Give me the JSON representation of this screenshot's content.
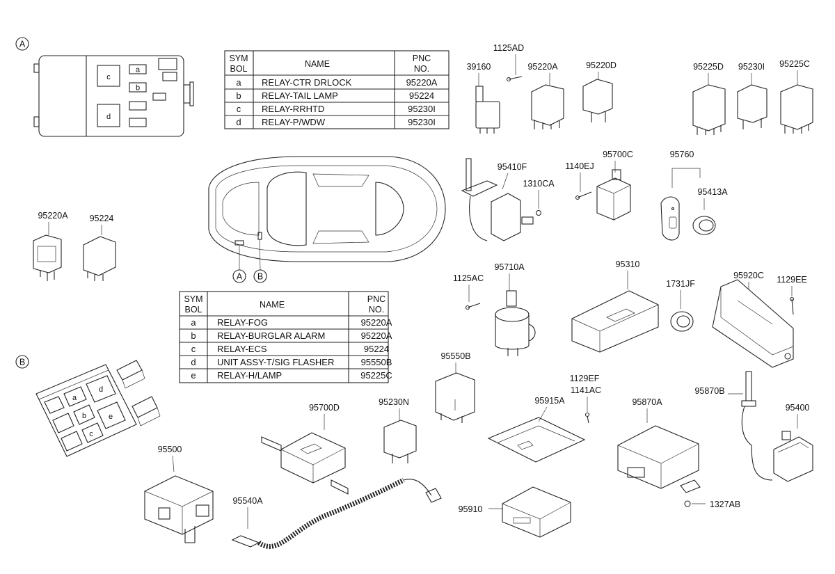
{
  "colors": {
    "ink": "#222222",
    "background": "#ffffff"
  },
  "section_markers": {
    "A": "A",
    "B": "B"
  },
  "box_a_letters": [
    "a",
    "b",
    "c",
    "d"
  ],
  "box_b_letters": [
    "a",
    "b",
    "c",
    "d",
    "e"
  ],
  "table_a": {
    "headers": [
      "SYM\nBOL",
      "NAME",
      "PNC\nNO."
    ],
    "header_sym": [
      "SYM",
      "BOL"
    ],
    "header_name": "NAME",
    "header_pnc": [
      "PNC",
      "NO."
    ],
    "rows": [
      {
        "sym": "a",
        "name": "RELAY-CTR DRLOCK",
        "pnc": "95220A"
      },
      {
        "sym": "b",
        "name": "RELAY-TAIL LAMP",
        "pnc": "95224"
      },
      {
        "sym": "c",
        "name": "RELAY-RRHTD",
        "pnc": "95230I"
      },
      {
        "sym": "d",
        "name": "RELAY-P/WDW",
        "pnc": "95230I"
      }
    ]
  },
  "table_b": {
    "header_sym": [
      "SYM",
      "BOL"
    ],
    "header_name": "NAME",
    "header_pnc": [
      "PNC",
      "NO."
    ],
    "rows": [
      {
        "sym": "a",
        "name": "RELAY-FOG",
        "pnc": "95220A"
      },
      {
        "sym": "b",
        "name": "RELAY-BURGLAR ALARM",
        "pnc": "95220A"
      },
      {
        "sym": "c",
        "name": "RELAY-ECS",
        "pnc": "95224"
      },
      {
        "sym": "d",
        "name": "UNIT ASSY-T/SIG FLASHER",
        "pnc": "95550B"
      },
      {
        "sym": "e",
        "name": "RELAY-H/LAMP",
        "pnc": "95225C"
      }
    ]
  },
  "part_labels": {
    "p1125AD": "1125AD",
    "p39160": "39160",
    "p95220A_top": "95220A",
    "p95220D": "95220D",
    "p95225D": "95225D",
    "p95230I": "95230I",
    "p95225C": "95225C",
    "p95410F": "95410F",
    "p1140EJ": "1140EJ",
    "p95700C": "95700C",
    "p1310CA": "1310CA",
    "p95760": "95760",
    "p95413A": "95413A",
    "p95220A_left": "95220A",
    "p95224": "95224",
    "p1125AC": "1125AC",
    "p95710A": "95710A",
    "p95310": "95310",
    "p1731JF": "1731JF",
    "p95920C": "95920C",
    "p1129EE": "1129EE",
    "p95550B": "95550B",
    "p1129EF": "1129EF",
    "p1141AC": "1141AC",
    "p95700D": "95700D",
    "p95230N": "95230N",
    "p95915A": "95915A",
    "p95870B": "95870B",
    "p95870A": "95870A",
    "p95400": "95400",
    "p95500": "95500",
    "p95540A": "95540A",
    "p95910": "95910",
    "p1327AB": "1327AB"
  }
}
